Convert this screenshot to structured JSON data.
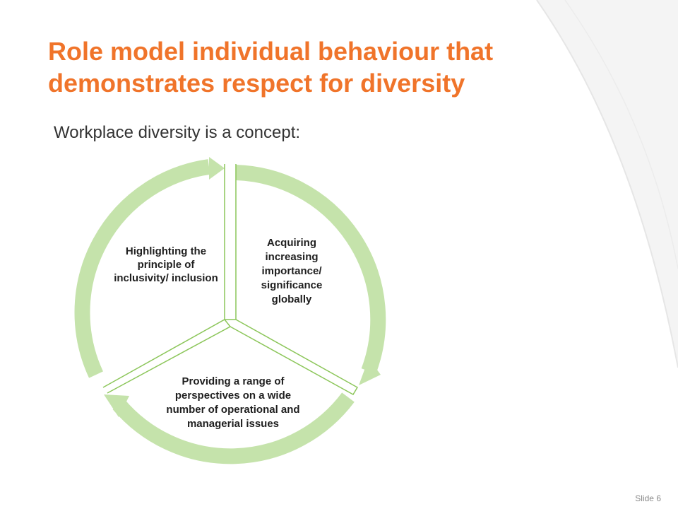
{
  "slide": {
    "title": "Role model individual behaviour that demonstrates respect for diversity",
    "subtitle": "Workplace diversity is a concept:",
    "slide_number": "Slide 6"
  },
  "diagram": {
    "type": "cycle",
    "segments": [
      {
        "label": "Acquiring increasing importance/ significance globally"
      },
      {
        "label": "Providing a range of perspectives on a wide number of operational and managerial issues"
      },
      {
        "label": "Highlighting the principle of inclusivity/ inclusion"
      }
    ]
  },
  "colors": {
    "title": "#f0742a",
    "arrow": "#c5e3ab",
    "divider": "#8cc65a",
    "swoosh": "#efefef"
  }
}
